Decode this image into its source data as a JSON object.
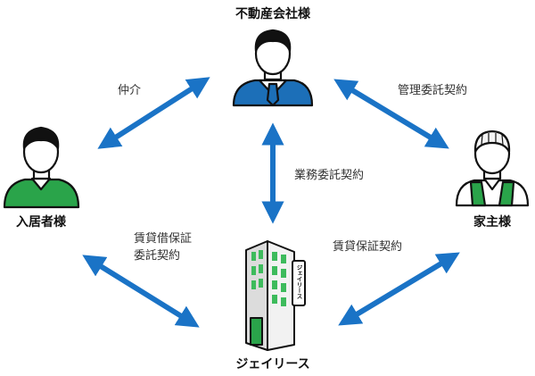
{
  "nodes": {
    "agency": {
      "label": "不動産会社様",
      "icon": "businessman-suit-blue"
    },
    "tenant": {
      "label": "入居者様",
      "icon": "person-green-shirt"
    },
    "owner": {
      "label": "家主様",
      "icon": "elderly-person-green-vest"
    },
    "jay": {
      "label": "ジェイリース",
      "icon": "office-building-green",
      "sign": "ジェイリース"
    }
  },
  "relations": {
    "agency_tenant": {
      "label": "仲介"
    },
    "agency_owner": {
      "label": "管理委託契約"
    },
    "agency_jay": {
      "label": "業務委託契約"
    },
    "tenant_jay": {
      "line1": "賃貸借保証",
      "line2": "委託契約"
    },
    "owner_jay": {
      "label": "賃貸保証契約"
    }
  },
  "colors": {
    "arrow": "#1a73c6",
    "suit": "#1c6fb8",
    "green": "#2aa44a",
    "building_window": "#3dbb5c",
    "building_body": "#f2f2f2",
    "outline": "#111111"
  }
}
